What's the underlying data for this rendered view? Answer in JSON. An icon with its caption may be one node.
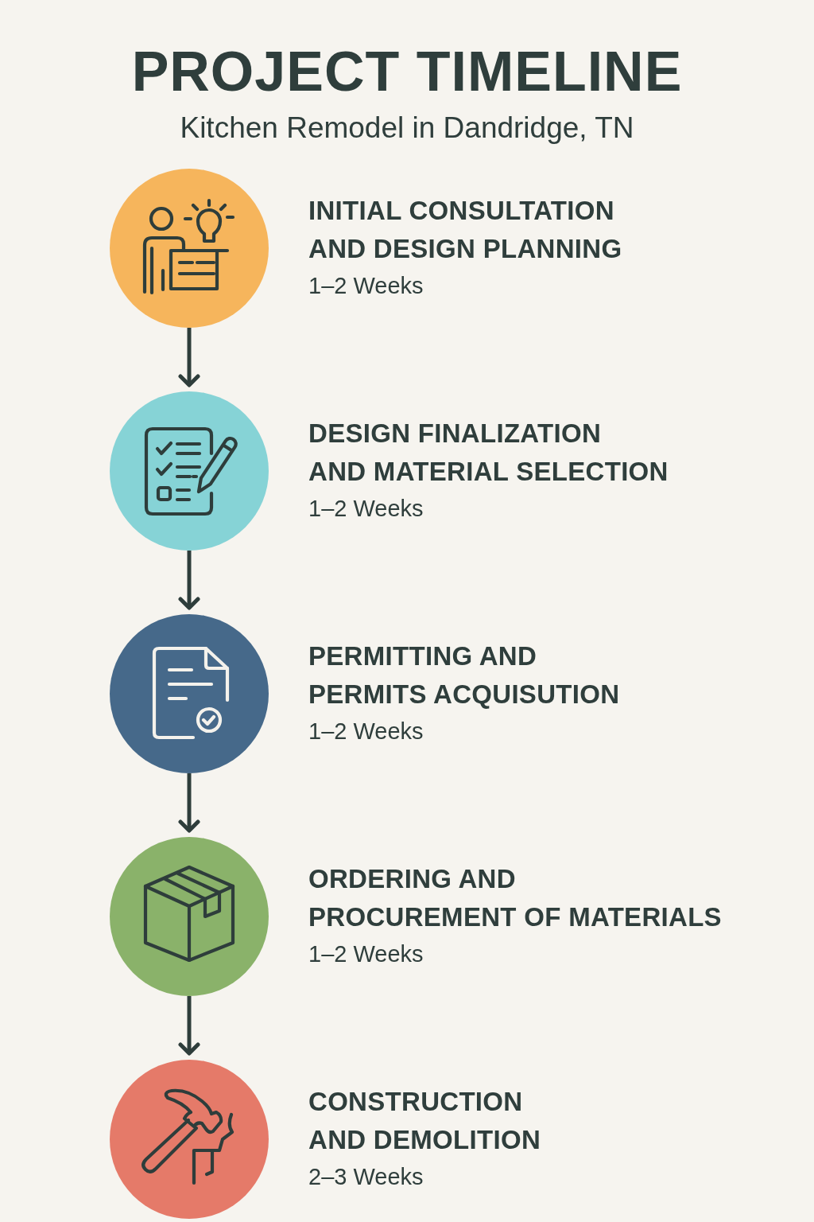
{
  "diagram": {
    "title": "PROJECT TIMELINE",
    "nodes": [
      {
        "text": [],
        "shape": "circle",
        "beside": [
          "INITIAL CONSULTATION AND DESIGN PLANNING",
          "1–2 Weeks"
        ]
      },
      {
        "text": [],
        "shape": "circle",
        "beside": [
          "DESIGN FINALIZATION AND MATERIAL SELECTION",
          "1–2 Weeks"
        ]
      },
      {
        "text": [],
        "shape": "circle",
        "beside": [
          "PERMITTING AND PERMITS ACQUISUTION",
          "1–2 Weeks"
        ]
      },
      {
        "text": [],
        "shape": "circle",
        "beside": [
          "ORDERING AND PROCUREMENT OF MATERIALS",
          "1–2 Weeks"
        ]
      },
      {
        "text": [],
        "shape": "circle",
        "beside": [
          "CONSTRUCTION AND DEMOLITION",
          "2–3 Weeks"
        ]
      }
    ],
    "edges": [
      {
        "from": 0,
        "to": 1,
        "arrow": "to"
      },
      {
        "from": 1,
        "to": 2,
        "arrow": "to"
      },
      {
        "from": 2,
        "to": 3,
        "arrow": "to"
      },
      {
        "from": 3,
        "to": 4,
        "arrow": "to"
      }
    ],
    "labels": [
      "Kitchen Remodel in Dandridge, TN"
    ]
  }
}
